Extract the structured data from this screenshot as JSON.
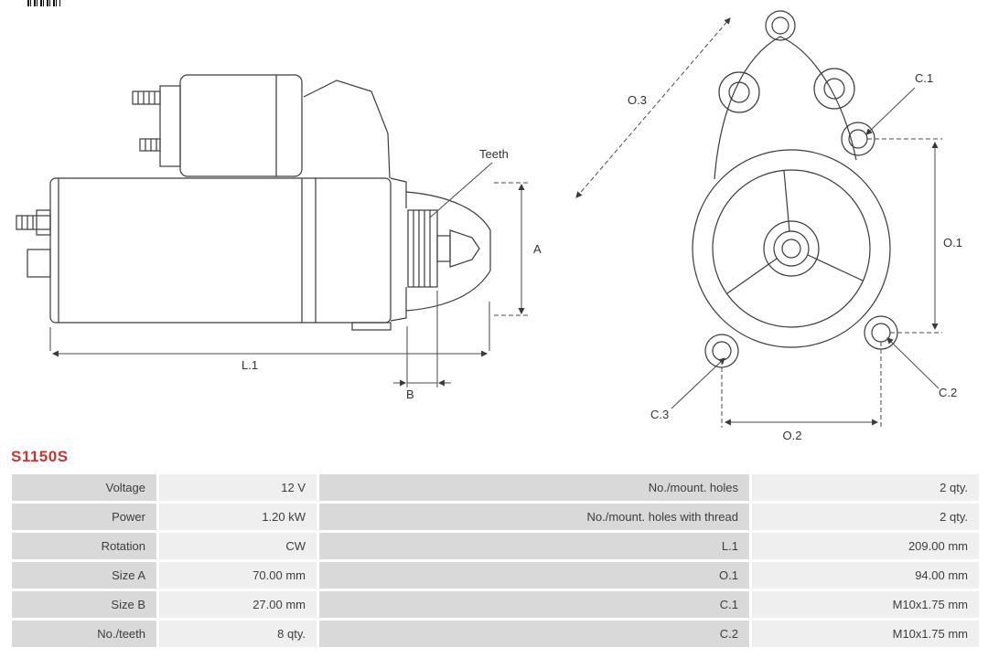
{
  "part_number": "S1150S",
  "colors": {
    "part_number_red": "#cc3333",
    "line_color": "#3a3a3a",
    "table_label_bg": "#d9d9d9",
    "table_value_bg": "#efefef"
  },
  "icons": {
    "barcode": "barcode-mark"
  },
  "diagram": {
    "side_view": {
      "teeth_label": "Teeth",
      "dim_a": "A",
      "dim_l1": "L.1",
      "dim_b": "B"
    },
    "front_view": {
      "dim_o3": "O.3",
      "dim_c1": "C.1",
      "dim_o1": "O.1",
      "dim_c3": "C.3",
      "dim_o2": "O.2",
      "dim_c2": "C.2"
    }
  },
  "table": {
    "rows": [
      {
        "label_left": "Voltage",
        "value_left": "12 V",
        "label_right": "No./mount. holes",
        "value_right": "2 qty."
      },
      {
        "label_left": "Power",
        "value_left": "1.20 kW",
        "label_right": "No./mount. holes with thread",
        "value_right": "2 qty."
      },
      {
        "label_left": "Rotation",
        "value_left": "CW",
        "label_right": "L.1",
        "value_right": "209.00 mm"
      },
      {
        "label_left": "Size A",
        "value_left": "70.00 mm",
        "label_right": "O.1",
        "value_right": "94.00 mm"
      },
      {
        "label_left": "Size B",
        "value_left": "27.00 mm",
        "label_right": "C.1",
        "value_right": "M10x1.75 mm"
      },
      {
        "label_left": "No./teeth",
        "value_left": "8 qty.",
        "label_right": "C.2",
        "value_right": "M10x1.75 mm"
      }
    ]
  }
}
